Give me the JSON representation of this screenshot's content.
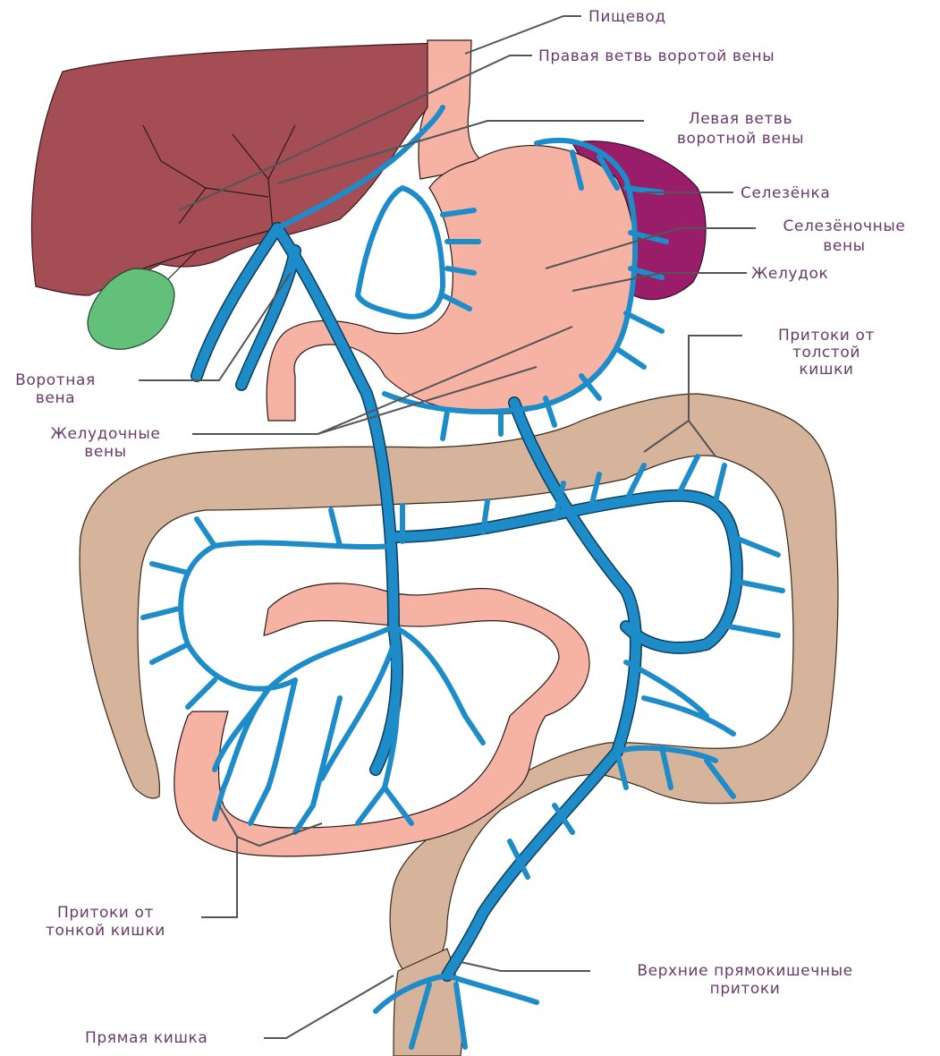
{
  "colors": {
    "liver": "#a44d55",
    "gallbladder": "#62c07a",
    "spleen": "#9a1d6a",
    "stomach": "#f6b3a4",
    "small_intestine": "#f6b3a4",
    "colon": "#d6b49b",
    "vein": "#1d8cc8",
    "label_text": "#6a3a6e"
  },
  "labels": {
    "esophagus": "Пищевод",
    "right_portal": "Правая ветвь воротой вены",
    "left_portal_1": "Левая ветвь",
    "left_portal_2": "воротной вены",
    "spleen": "Селезёнка",
    "splenic_veins_1": "Селезёночные",
    "splenic_veins_2": "вены",
    "stomach": "Желудок",
    "colon_tributaries_1": "Притоки от",
    "colon_tributaries_2": "толстой",
    "colon_tributaries_3": "кишки",
    "portal_vein_1": "Воротная",
    "portal_vein_2": "вена",
    "gastric_veins_1": "Желудочные",
    "gastric_veins_2": "вены",
    "small_tributaries_1": "Притоки от",
    "small_tributaries_2": "тонкой кишки",
    "rectal_tributaries_1": "Верхние прямокишечные",
    "rectal_tributaries_2": "притоки",
    "rectum": "Прямая кишка"
  }
}
